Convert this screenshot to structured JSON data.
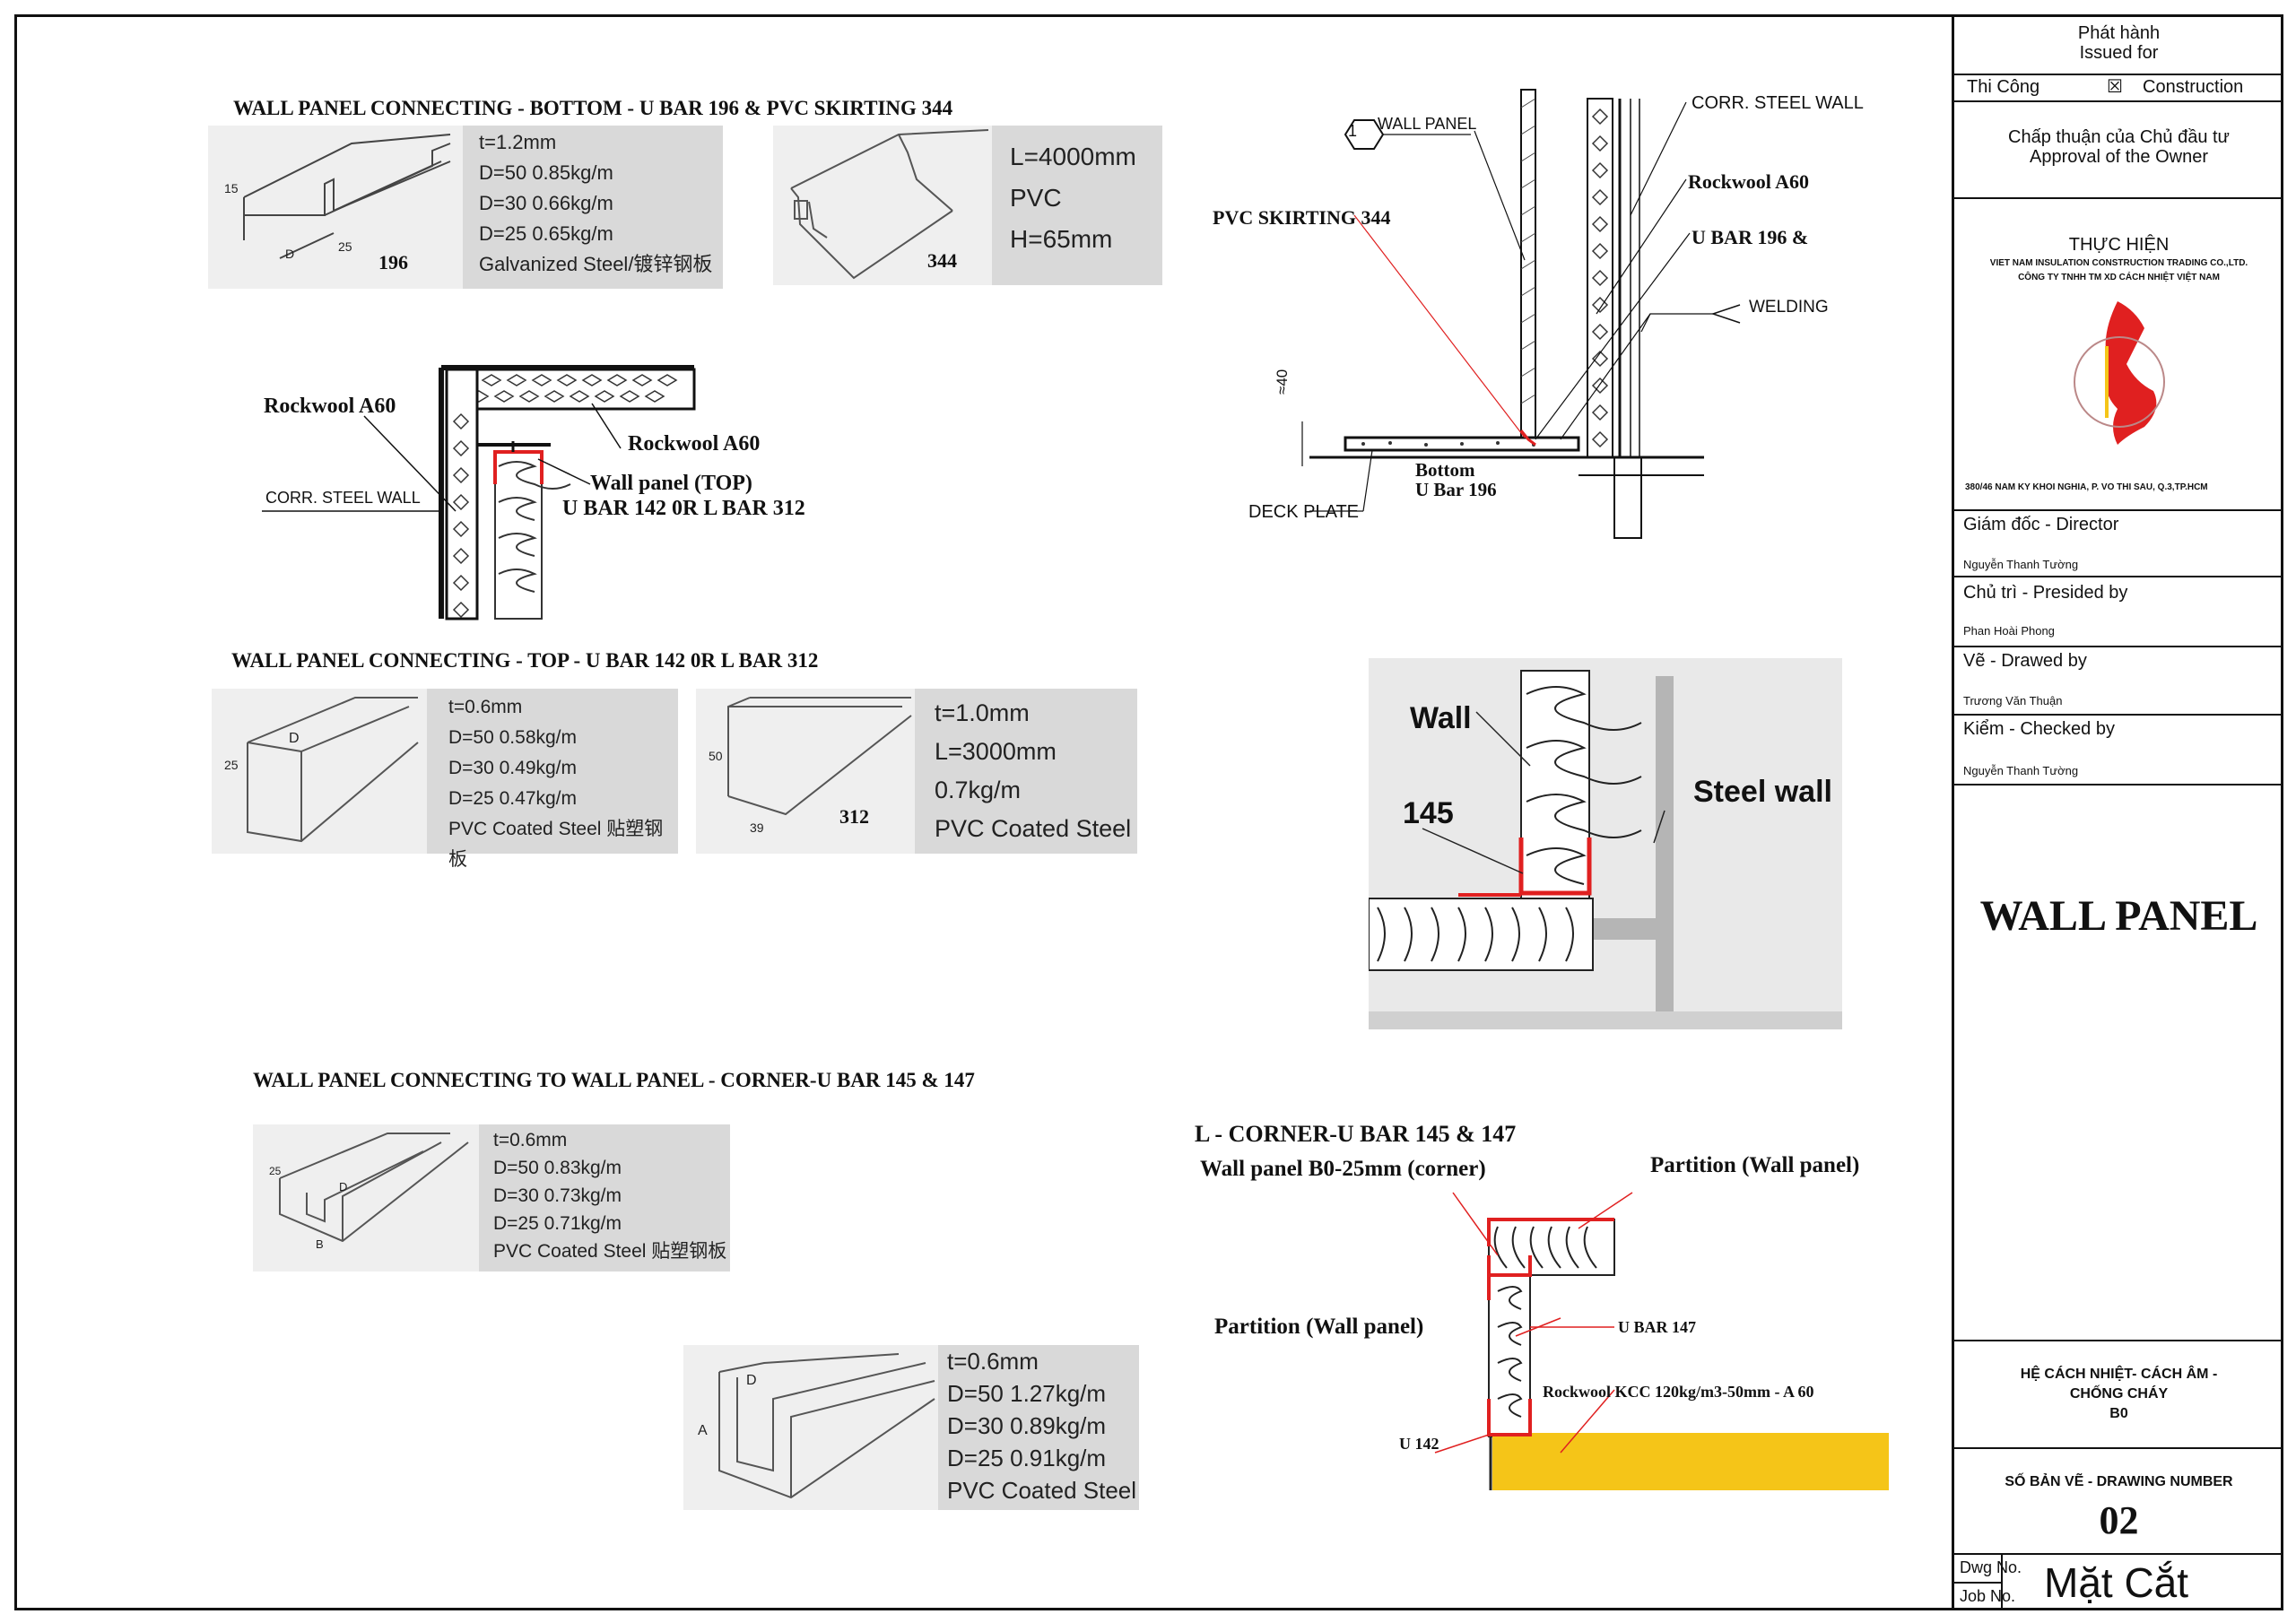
{
  "sections": {
    "bottom_title": "WALL PANEL CONNECTING - BOTTOM - U BAR 196 &  PVC SKIRTING 344",
    "top_title": "WALL PANEL CONNECTING - TOP - U BAR 142 0R L BAR 312",
    "corner_title": "WALL PANEL CONNECTING TO WALL PANEL - CORNER-U BAR  145 & 147",
    "lcorner_title": "L - CORNER-U BAR  145 & 147"
  },
  "spec_196": {
    "label": "196",
    "dim_15": "15",
    "dim_25": "25",
    "dim_d": "D",
    "lines": [
      "t=1.2mm",
      "D=50    0.85kg/m",
      "D=30    0.66kg/m",
      "D=25    0.65kg/m",
      "Galvanized Steel/镀锌钢板"
    ]
  },
  "spec_344": {
    "label": "344",
    "lines": [
      "L=4000mm",
      "PVC",
      "H=65mm"
    ]
  },
  "spec_142": {
    "dim_25": "25",
    "dim_d": "D",
    "lines": [
      "t=0.6mm",
      "D=50    0.58kg/m",
      "D=30    0.49kg/m",
      "D=25    0.47kg/m",
      "PVC Coated Steel 贴塑钢板"
    ]
  },
  "spec_312": {
    "label": "312",
    "dim_50": "50",
    "dim_39": "39",
    "lines": [
      "t=1.0mm",
      "L=3000mm",
      "0.7kg/m",
      "PVC Coated Steel"
    ]
  },
  "spec_145": {
    "dim_25": "25",
    "dim_d": "D",
    "dim_b": "B",
    "lines": [
      "t=0.6mm",
      "D=50    0.83kg/m",
      "D=30    0.73kg/m",
      "D=25    0.71kg/m",
      "PVC Coated Steel 贴塑钢板"
    ]
  },
  "spec_147": {
    "dim_a": "A",
    "dim_d": "D",
    "lines": [
      "t=0.6mm",
      "D=50  1.27kg/m",
      "D=30  0.89kg/m",
      "D=25  0.91kg/m",
      "PVC Coated Steel"
    ]
  },
  "top_detail": {
    "rockwool_left": "Rockwool A60",
    "rockwool_right": "Rockwool A60",
    "corr_wall": "CORR.  STEEL  WALL",
    "wall_panel_top": "Wall panel (TOP)",
    "ubar": "U BAR 142 0R L BAR 312"
  },
  "bottom_detail": {
    "wall_panel_num": "1",
    "wall_panel": "WALL PANEL",
    "corr_wall": "CORR.  STEEL  WALL",
    "rockwool": "Rockwool A60",
    "ubar": "U BAR 196 &",
    "pvc": "PVC SKIRTING 344",
    "welding": "WELDING",
    "dim_40": "≈40",
    "bottom": "Bottom",
    "ubar196": "U Bar 196",
    "deck": "DECK  PLATE"
  },
  "corner_photo": {
    "wall": "Wall",
    "num": "145",
    "steel_wall": "Steel wall"
  },
  "lcorner": {
    "wall_panel_corner": "Wall panel B0-25mm (corner)",
    "partition_right": "Partition (Wall panel)",
    "partition_left": "Partition (Wall panel)",
    "ubar147": "U BAR 147",
    "rockwool": "Rockwool KCC 120kg/m3-50mm - A 60",
    "u142": "U 142"
  },
  "title_block": {
    "issued_vi": "Phát hành",
    "issued_en": "Issued for",
    "thi_cong": "Thi Công",
    "checkbox": "☒",
    "construction": "Construction",
    "approval_vi": "Chấp thuận của Chủ đầu tư",
    "approval_en": "Approval of the Owner",
    "thuc_hien": "THỰC HIỆN",
    "company_en": "VIET NAM INSULATION CONSTRUCTION TRADING CO.,LTD.",
    "company_vi": "CÔNG TY TNHH TM XD CÁCH NHIỆT VIỆT NAM",
    "address": "380/46 NAM KY KHOI NGHIA,  P. VO THI SAU, Q.3,TP.HCM",
    "director_label": "Giám đốc - Director",
    "director_name": "Nguyễn Thanh Tường",
    "presided_label": "Chủ trì - Presided by",
    "presided_name": "Phan Hoài Phong",
    "drawed_label": "Vẽ - Drawed by",
    "drawed_name": "Trương Văn Thuận",
    "checked_label": "Kiểm - Checked by",
    "checked_name": "Nguyễn Thanh Tường",
    "drawing_title": "WALL PANEL",
    "system_line1": "HỆ CÁCH NHIỆT- CÁCH ÂM -",
    "system_line2": "CHỐNG CHÁY",
    "system_line3": "B0",
    "drawing_number_label": "SỐ BẢN VẼ - DRAWING NUMBER",
    "drawing_number": "02",
    "dwg_no": "Dwg No.",
    "job_no": "Job No.",
    "mat_cat": "Mặt Cắt"
  },
  "colors": {
    "accent_red": "#e02020",
    "panel_yellow": "#f5c518",
    "spec_grey": "#d9d9d9"
  }
}
